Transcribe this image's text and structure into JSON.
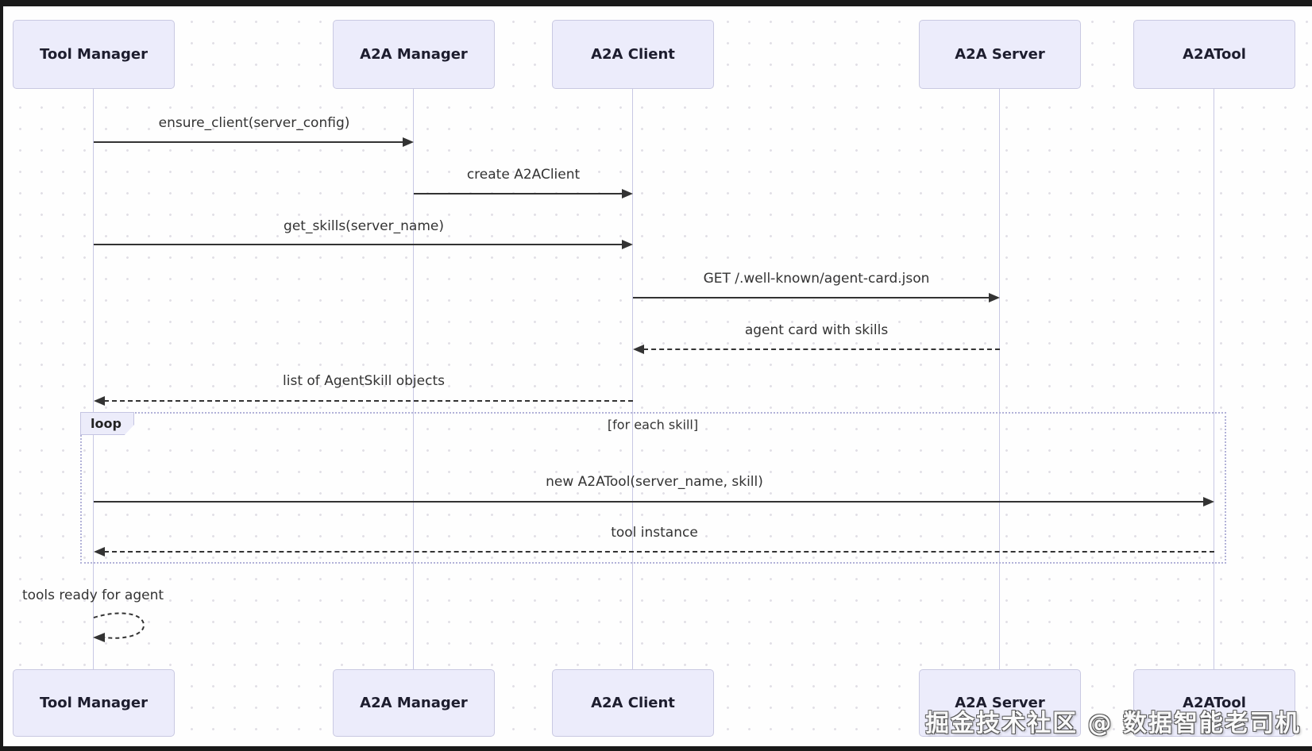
{
  "diagram": {
    "type": "sequence-diagram",
    "actors": [
      "Tool Manager",
      "A2A Manager",
      "A2A Client",
      "A2A Server",
      "A2ATool"
    ],
    "messages": [
      {
        "from": "Tool Manager",
        "to": "A2A Manager",
        "text": "ensure_client(server_config)",
        "style": "solid"
      },
      {
        "from": "A2A Manager",
        "to": "A2A Client",
        "text": "create A2AClient",
        "style": "solid"
      },
      {
        "from": "Tool Manager",
        "to": "A2A Client",
        "text": "get_skills(server_name)",
        "style": "solid"
      },
      {
        "from": "A2A Client",
        "to": "A2A Server",
        "text": "GET /.well-known/agent-card.json",
        "style": "solid"
      },
      {
        "from": "A2A Server",
        "to": "A2A Client",
        "text": "agent card with skills",
        "style": "dashed"
      },
      {
        "from": "A2A Client",
        "to": "Tool Manager",
        "text": "list of AgentSkill objects",
        "style": "dashed"
      },
      {
        "from": "Tool Manager",
        "to": "A2ATool",
        "text": "new A2ATool(server_name, skill)",
        "style": "solid"
      },
      {
        "from": "A2ATool",
        "to": "Tool Manager",
        "text": "tool instance",
        "style": "dashed"
      },
      {
        "from": "Tool Manager",
        "to": "Tool Manager",
        "text": "tools ready for agent",
        "style": "dashed-self"
      }
    ],
    "loop": {
      "label": "loop",
      "condition": "[for each skill]"
    },
    "watermark": "掘金技术社区 @ 数据智能老司机",
    "colors": {
      "actor_fill": "#ECECFB",
      "actor_border": "#C9C9E2",
      "lifeline": "#C8C8E4",
      "arrow": "#333333",
      "loop_border": "#B2B2D8",
      "frame": "#191919",
      "background": "#FEFEFE"
    }
  }
}
